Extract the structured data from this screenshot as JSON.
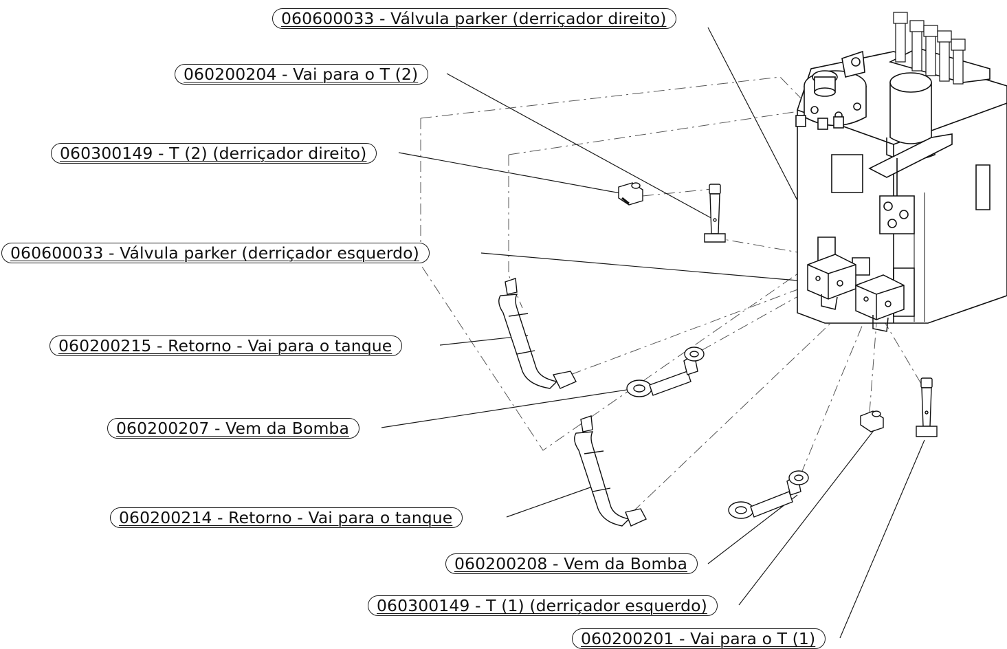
{
  "callouts": {
    "valve_right": "060600033 - Válvula parker (derriçador direito)",
    "hose_t2": "060200204 - Vai para o T (2)",
    "tee_2": "060300149 - T (2) (derriçador direito)",
    "valve_left": "060600033 - Válvula parker (derriçador esquerdo)",
    "return_215": "060200215 - Retorno - Vai para o tanque",
    "pump_207": "060200207 - Vem da Bomba",
    "return_214": "060200214 - Retorno -  Vai para o tanque",
    "pump_208": "060200208 - Vem da Bomba",
    "tee_1": "060300149 - T (1) (derriçador esquerdo)",
    "hose_t1": "060200201 - Vai para o T (1)"
  },
  "colors": {
    "line": "#1a1a1a",
    "dash": "#555555"
  }
}
